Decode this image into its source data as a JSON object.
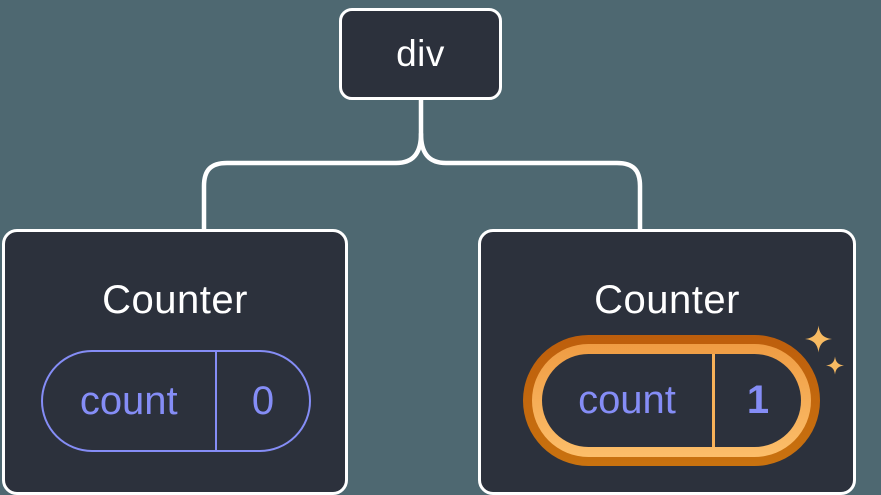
{
  "diagram": {
    "description": "React component tree: a div root with two Counter children; second Counter's state is highlighted as changed",
    "root": {
      "label": "div"
    },
    "children": [
      {
        "title": "Counter",
        "state_key": "count",
        "state_value": "0",
        "highlighted": false
      },
      {
        "title": "Counter",
        "state_key": "count",
        "state_value": "1",
        "highlighted": true
      }
    ]
  },
  "colors": {
    "page_background": "#4E6871",
    "node_background": "#2C313C",
    "node_border": "#FFFFFF",
    "connector_line": "#FFFFFF",
    "state_purple": "#858DF6",
    "highlight_ring_outer_orange": "#C2660F",
    "highlight_ring_inner_orange": "#F5A64F",
    "sparkle_orange": "#F7BA62"
  }
}
